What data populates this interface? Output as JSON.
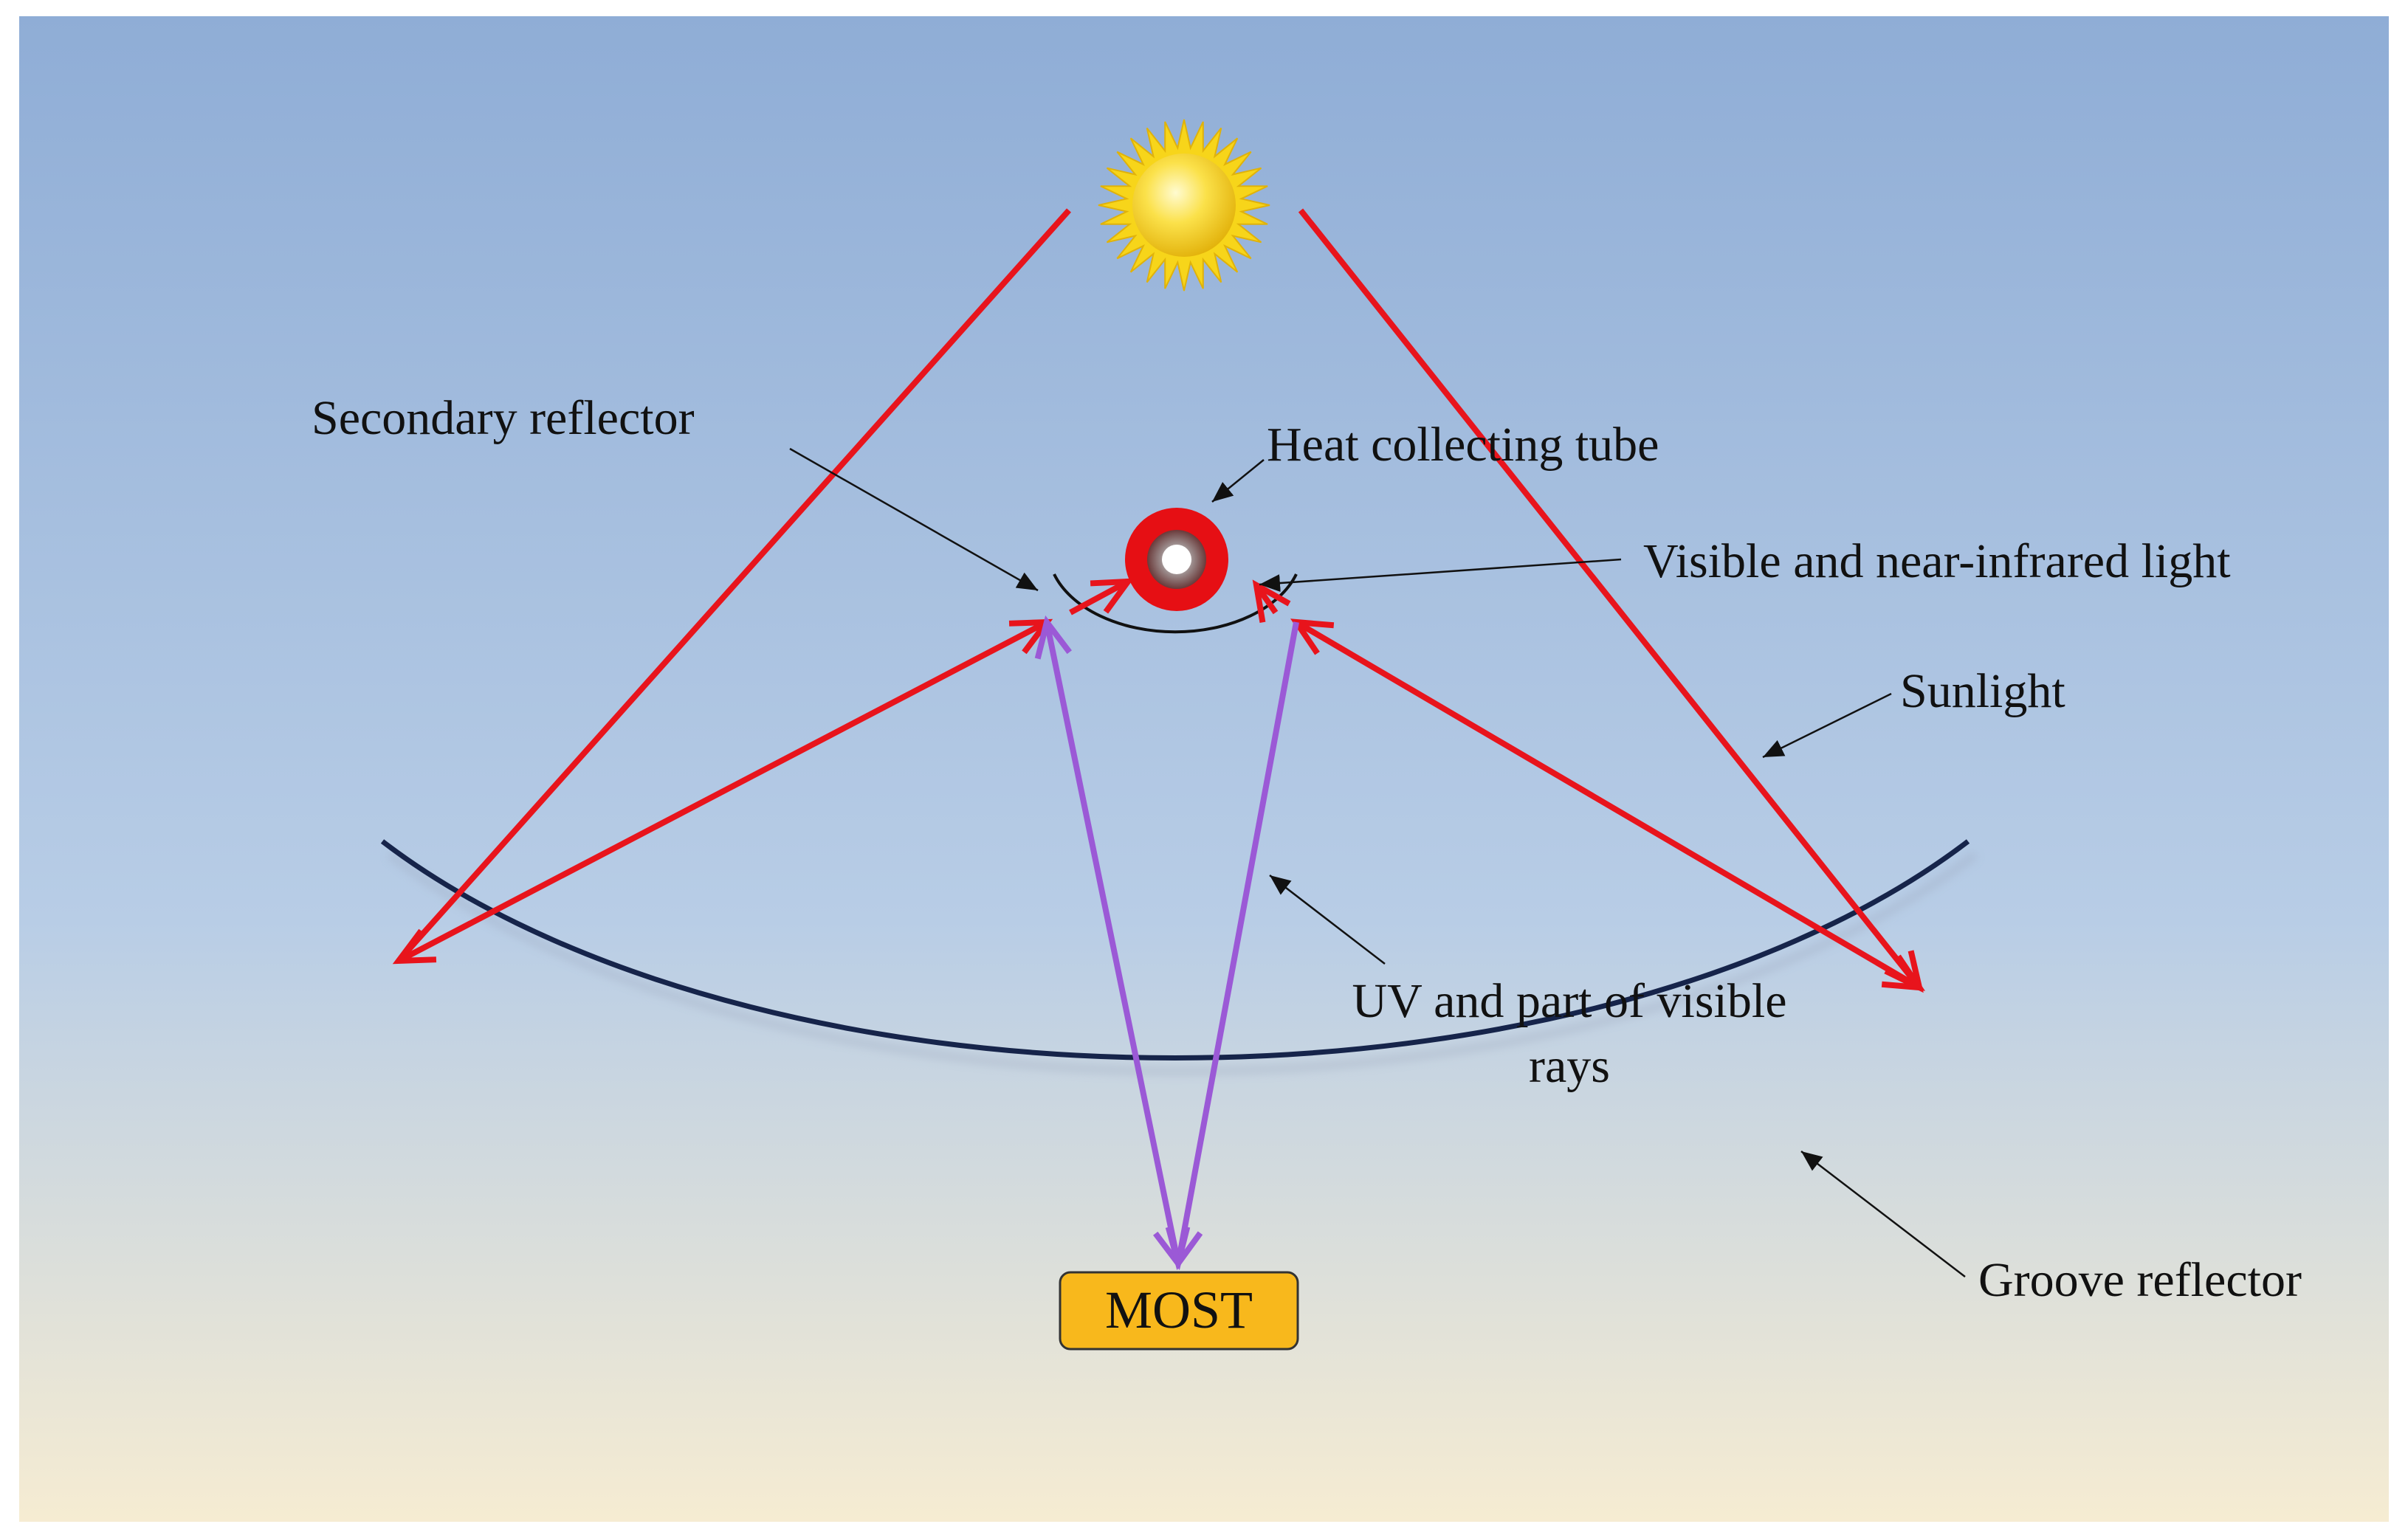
{
  "labels": {
    "secondary_reflector": "Secondary reflector",
    "heat_collecting_tube": "Heat collecting tube",
    "visible_nir_light": "Visible and near-infrared light",
    "sunlight": "Sunlight",
    "uv_line1": "UV and part of visible",
    "uv_line2": "rays",
    "groove_reflector": "Groove reflector",
    "most": "MOST"
  },
  "colors": {
    "sky_top": "#8fadd6",
    "sky_mid": "#b8cde6",
    "sky_bottom": "#f6ecd2",
    "red_ray": "#e8141c",
    "purple_ray": "#9b59d6",
    "groove": "#16244a",
    "most_fill": "#f8b81c",
    "sun": "#f7d51a",
    "tube": "#e60f14"
  },
  "icons": {
    "sun": "sun-icon",
    "tube": "heat-collecting-tube-icon"
  }
}
